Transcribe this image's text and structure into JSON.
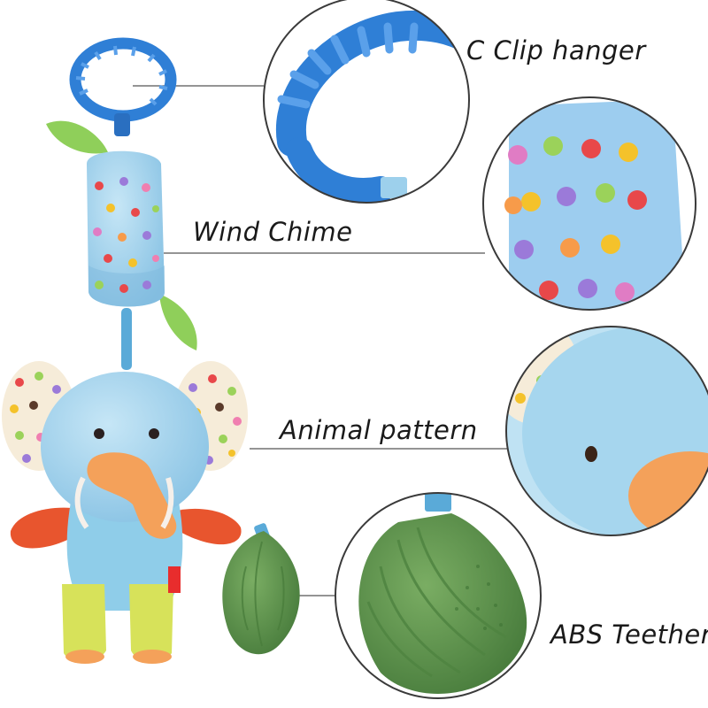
{
  "labels": {
    "clip": "C Clip hanger",
    "chime": "Wind Chime",
    "animal": "Animal pattern",
    "teether": "ABS Teether"
  },
  "colors": {
    "ring_blue": "#2f7fd6",
    "plush_light_blue": "#9dd0ec",
    "leaf_green": "#5b8f4a",
    "trunk_orange": "#f4a15a",
    "arm_red_orange": "#e8552e",
    "foot_yellow_green": "#d7e25a",
    "callout_line": "#555555",
    "callout_circle_border": "#3a3a3a"
  }
}
